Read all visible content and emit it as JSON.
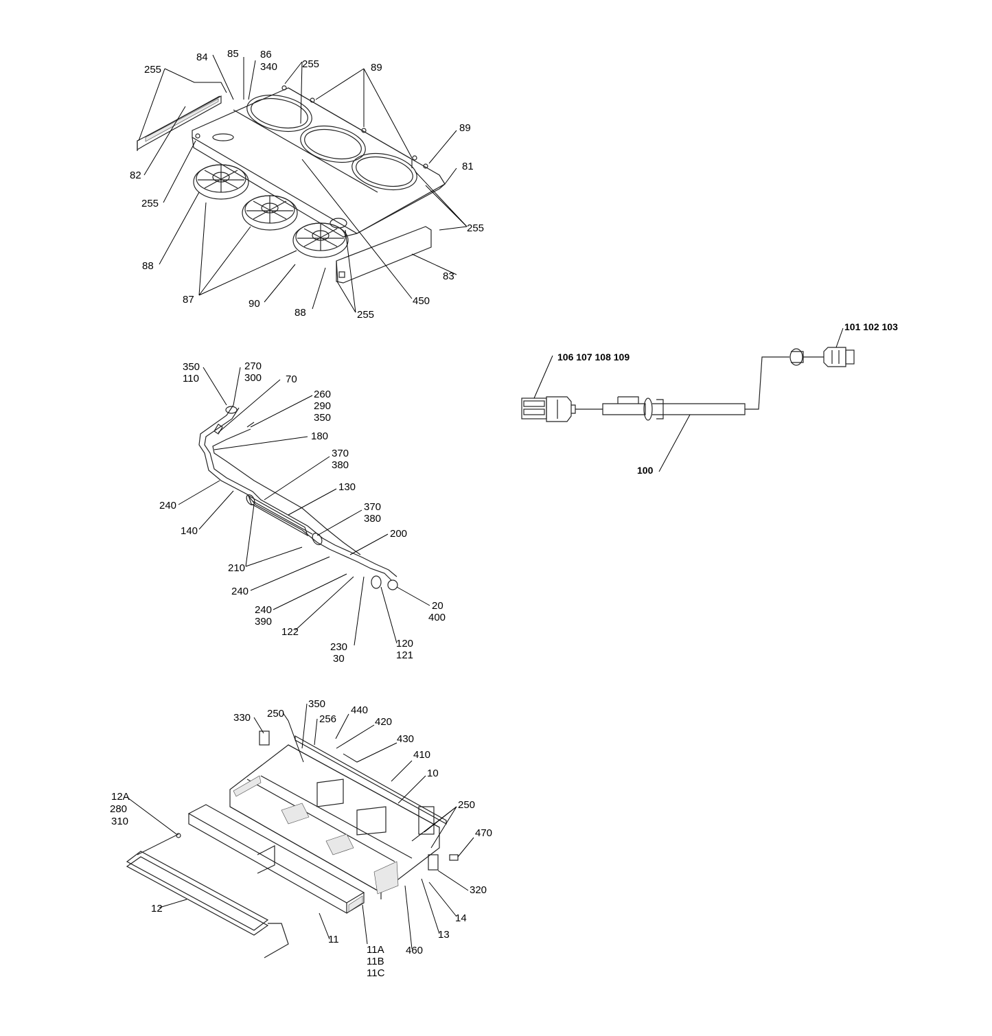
{
  "colors": {
    "ink": "#000000",
    "background": "#ffffff",
    "hatch": "#e8e8e8"
  },
  "roof_unit": {
    "labels": {
      "l255a": "255",
      "l84": "84",
      "l85": "85",
      "l86": "86",
      "l340": "340",
      "l255b": "255",
      "l89a": "89",
      "l89b": "89",
      "l81": "81",
      "l82": "82",
      "l255c": "255",
      "l255d": "255",
      "l88a": "88",
      "l87": "87",
      "l90": "90",
      "l88b": "88",
      "l255e": "255",
      "l450": "450",
      "l83": "83"
    }
  },
  "piping": {
    "labels": {
      "l350": "350",
      "l110": "110",
      "l270": "270",
      "l300": "300",
      "l70": "70",
      "l260": "260",
      "l290": "290",
      "l350b": "350",
      "l180": "180",
      "l370": "370",
      "l380": "380",
      "l130": "130",
      "l370b": "370",
      "l380b": "380",
      "l240a": "240",
      "l140": "140",
      "l200": "200",
      "l210": "210",
      "l240b": "240",
      "l240c": "240",
      "l390": "390",
      "l122": "122",
      "l20": "20",
      "l400": "400",
      "l230": "230",
      "l30": "30",
      "l120": "120",
      "l121": "121"
    }
  },
  "harness": {
    "labels": {
      "l106": "106  107  108  109",
      "l101": "101  102  103",
      "l100": "100"
    }
  },
  "chassis": {
    "labels": {
      "l330": "330",
      "l250a": "250",
      "l350": "350",
      "l256": "256",
      "l440": "440",
      "l420": "420",
      "l430": "430",
      "l410": "410",
      "l10": "10",
      "l250b": "250",
      "l470": "470",
      "l12A": "12A",
      "l280": "280",
      "l310": "310",
      "l320": "320",
      "l12": "12",
      "l14": "14",
      "l13": "13",
      "l460": "460",
      "l11": "11",
      "l11A": "11A",
      "l11B": "11B",
      "l11C": "11C"
    }
  }
}
